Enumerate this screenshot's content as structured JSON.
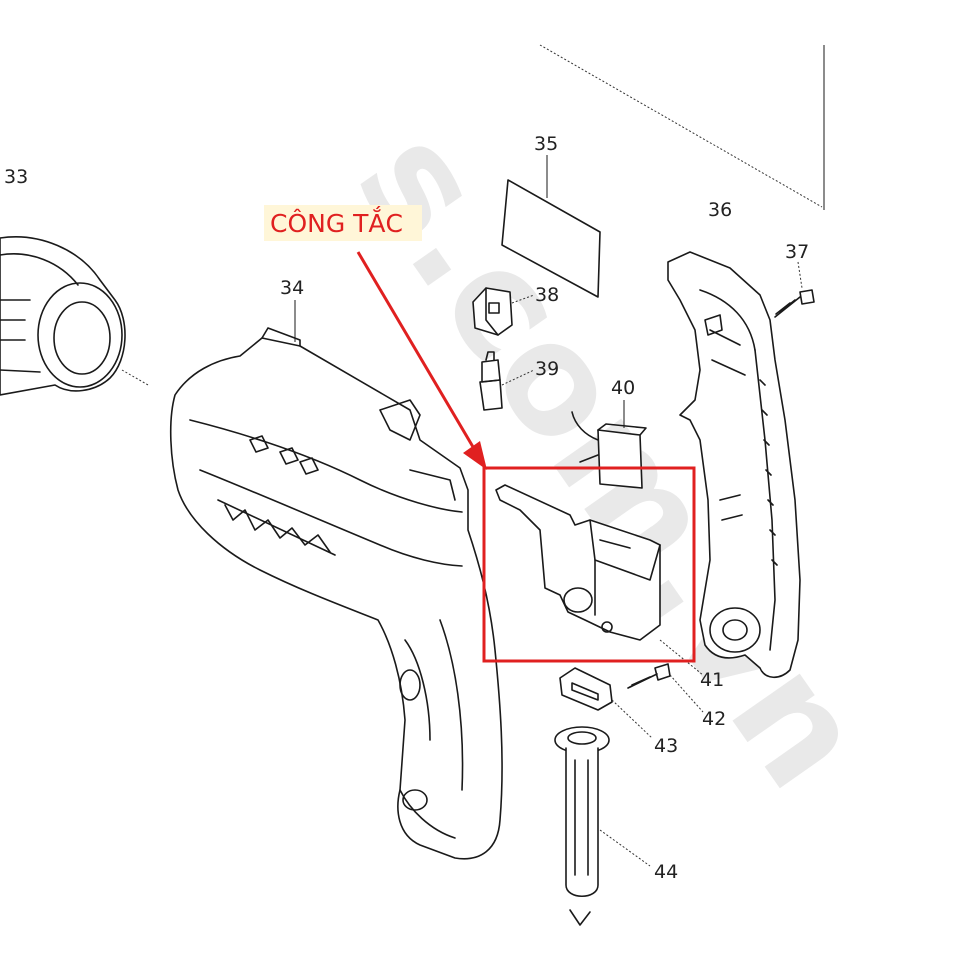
{
  "annotation": {
    "label": "CÔNG TẮC",
    "color": "#e02020"
  },
  "watermark": {
    "text": "s.com.vn"
  },
  "parts": [
    {
      "number": "33"
    },
    {
      "number": "34"
    },
    {
      "number": "35"
    },
    {
      "number": "36"
    },
    {
      "number": "37"
    },
    {
      "number": "38"
    },
    {
      "number": "39"
    },
    {
      "number": "40"
    },
    {
      "number": "41"
    },
    {
      "number": "42"
    },
    {
      "number": "43"
    },
    {
      "number": "44"
    }
  ]
}
